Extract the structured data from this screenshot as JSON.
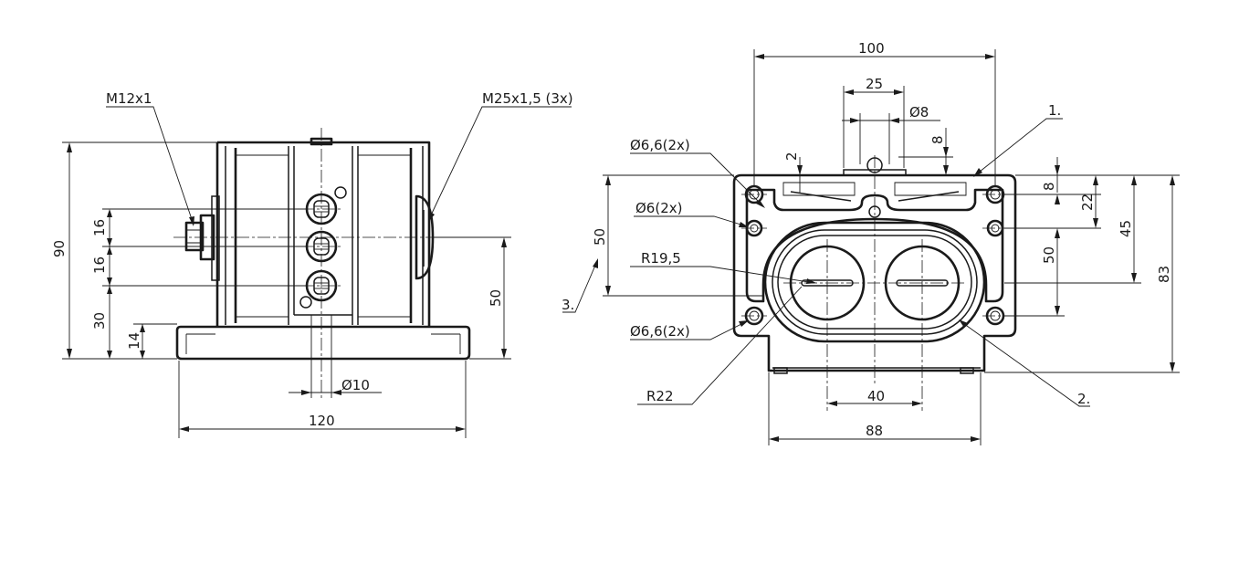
{
  "side_view": {
    "callouts": {
      "connector_thread": "M12x1",
      "gland_thread": "M25x1,5 (3x)",
      "hole_diameter": "Ø10"
    },
    "dimensions": {
      "overall_height": "90",
      "pitch_upper": "16",
      "pitch_lower": "16",
      "lower_offset": "30",
      "base_height": "14",
      "axis_height": "50",
      "overall_width": "120"
    }
  },
  "front_view": {
    "callouts": {
      "mount_hole_top": "Ø6,6(2x)",
      "mount_hole_side": "Ø6(2x)",
      "mount_hole_bottom": "Ø6,6(2x)",
      "pedal_radius": "R19,5",
      "housing_radius": "R22",
      "boss_diameter": "Ø8"
    },
    "dimensions": {
      "overall_width": "100",
      "boss_width": "25",
      "boss_height": "8",
      "top_gap": "2",
      "hole_pitch_left": "50",
      "hole_top_offset": "8",
      "hole_drop": "22",
      "hole_pitch_right": "50",
      "body_height": "45",
      "overall_height": "83",
      "pedal_pitch": "40",
      "base_width": "88"
    },
    "item_labels": {
      "item_1": "1.",
      "item_2": "2.",
      "item_3": "3."
    }
  }
}
